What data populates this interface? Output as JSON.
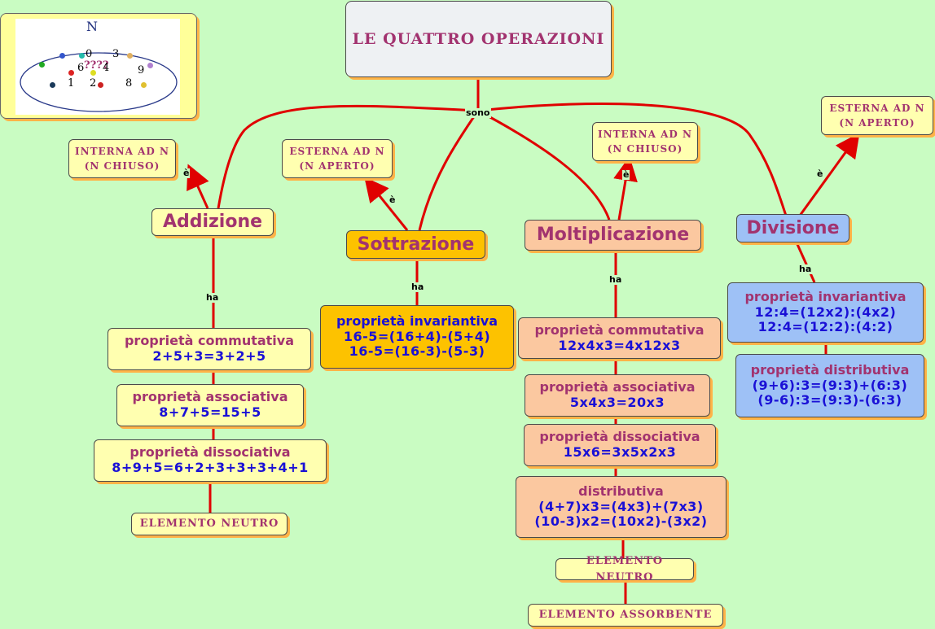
{
  "title": "LE QUATTRO OPERAZIONI",
  "link_labels": {
    "sono": "sono",
    "e": "è",
    "ha": "ha"
  },
  "set_image": {
    "set_label": "N",
    "numbers": [
      "0",
      "3",
      "6",
      "9",
      "1",
      "2",
      "8",
      "4"
    ],
    "unknown": "????"
  },
  "addizione": {
    "name": "Addizione",
    "closure": [
      "INTERNA AD N",
      "(N CHIUSO)"
    ],
    "properties": [
      {
        "title": "proprietà commutativa",
        "formula": [
          "2+5+3=3+2+5"
        ]
      },
      {
        "title": "proprietà associativa",
        "formula": [
          "8+7+5=15+5"
        ]
      },
      {
        "title": "proprietà dissociativa",
        "formula": [
          "8+9+5=6+2+3+3+3+4+1"
        ]
      }
    ],
    "neutral": "ELEMENTO NEUTRO"
  },
  "sottrazione": {
    "name": "Sottrazione",
    "closure": [
      "ESTERNA AD N",
      "(N APERTO)"
    ],
    "properties": [
      {
        "title": "proprietà invariantiva",
        "formula": [
          "16-5=(16+4)-(5+4)",
          "16-5=(16-3)-(5-3)"
        ]
      }
    ]
  },
  "moltiplicazione": {
    "name": "Moltiplicazione",
    "closure": [
      "INTERNA AD N",
      "(N CHIUSO)"
    ],
    "properties": [
      {
        "title": "proprietà commutativa",
        "formula": [
          "12x4x3=4x12x3"
        ]
      },
      {
        "title": "proprietà associativa",
        "formula": [
          "5x4x3=20x3"
        ]
      },
      {
        "title": "proprietà dissociativa",
        "formula": [
          "15x6=3x5x2x3"
        ]
      },
      {
        "title": "distributiva",
        "formula": [
          "(4+7)x3=(4x3)+(7x3)",
          "(10-3)x2=(10x2)-(3x2)"
        ]
      }
    ],
    "neutral": "ELEMENTO NEUTRO",
    "absorbing": "ELEMENTO ASSORBENTE"
  },
  "divisione": {
    "name": "Divisione",
    "closure": [
      "ESTERNA AD N",
      "(N APERTO)"
    ],
    "properties": [
      {
        "title": "proprietà invariantiva",
        "formula": [
          "12:4=(12x2):(4x2)",
          "12:4=(12:2):(4:2)"
        ]
      },
      {
        "title": "proprietà distributiva",
        "formula": [
          "(9+6):3=(9:3)+(6:3)",
          "(9-6):3=(9:3)-(6:3)"
        ]
      }
    ]
  },
  "colors": {
    "background": "#c9fcc2",
    "link": "#e00000",
    "heading_text": "#a2336f",
    "formula_text": "#1a10d6",
    "node_yellow": "#ffffb0",
    "node_orange": "#fdc200",
    "node_salmon": "#fbc8a0",
    "node_blue": "#9ec1f6"
  }
}
